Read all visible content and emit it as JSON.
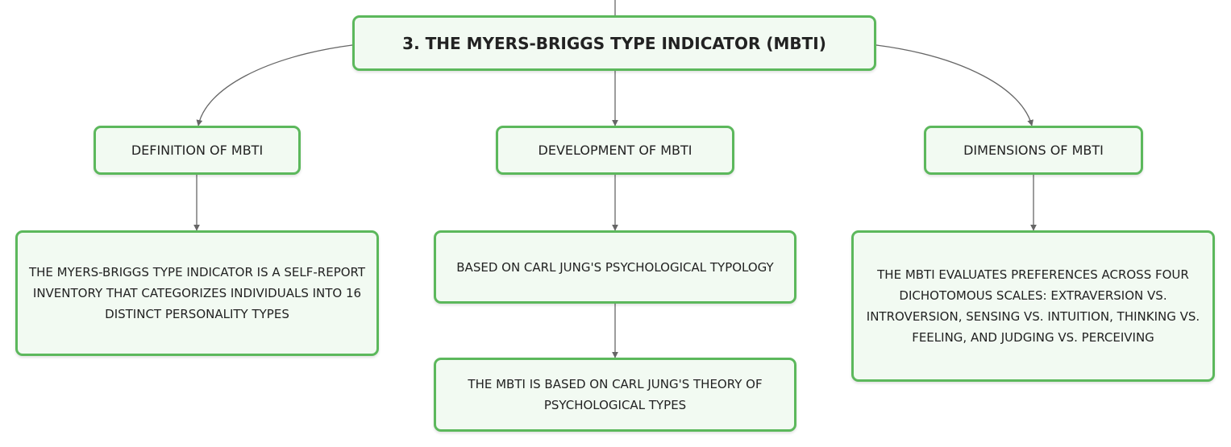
{
  "diagram": {
    "root": {
      "label": "3. THE MYERS-BRIGGS TYPE INDICATOR (MBTI)"
    },
    "branches": [
      {
        "label": "DEFINITION OF MBTI",
        "children": [
          "THE MYERS-BRIGGS TYPE INDICATOR IS A SELF-REPORT INVENTORY THAT CATEGORIZES INDIVIDUALS INTO 16 DISTINCT PERSONALITY TYPES"
        ]
      },
      {
        "label": "DEVELOPMENT OF MBTI",
        "children": [
          "BASED ON CARL JUNG'S PSYCHOLOGICAL TYPOLOGY",
          "THE MBTI IS BASED ON CARL JUNG'S THEORY OF PSYCHOLOGICAL TYPES"
        ]
      },
      {
        "label": "DIMENSIONS OF MBTI",
        "children": [
          "THE MBTI EVALUATES PREFERENCES ACROSS FOUR DICHOTOMOUS SCALES: EXTRAVERSION VS. INTROVERSION, SENSING VS. INTUITION, THINKING VS. FEELING, AND JUDGING VS. PERCEIVING"
        ]
      }
    ]
  },
  "colors": {
    "node_border": "#5cb85c",
    "node_fill": "#f2faf2",
    "connector": "#666666"
  }
}
